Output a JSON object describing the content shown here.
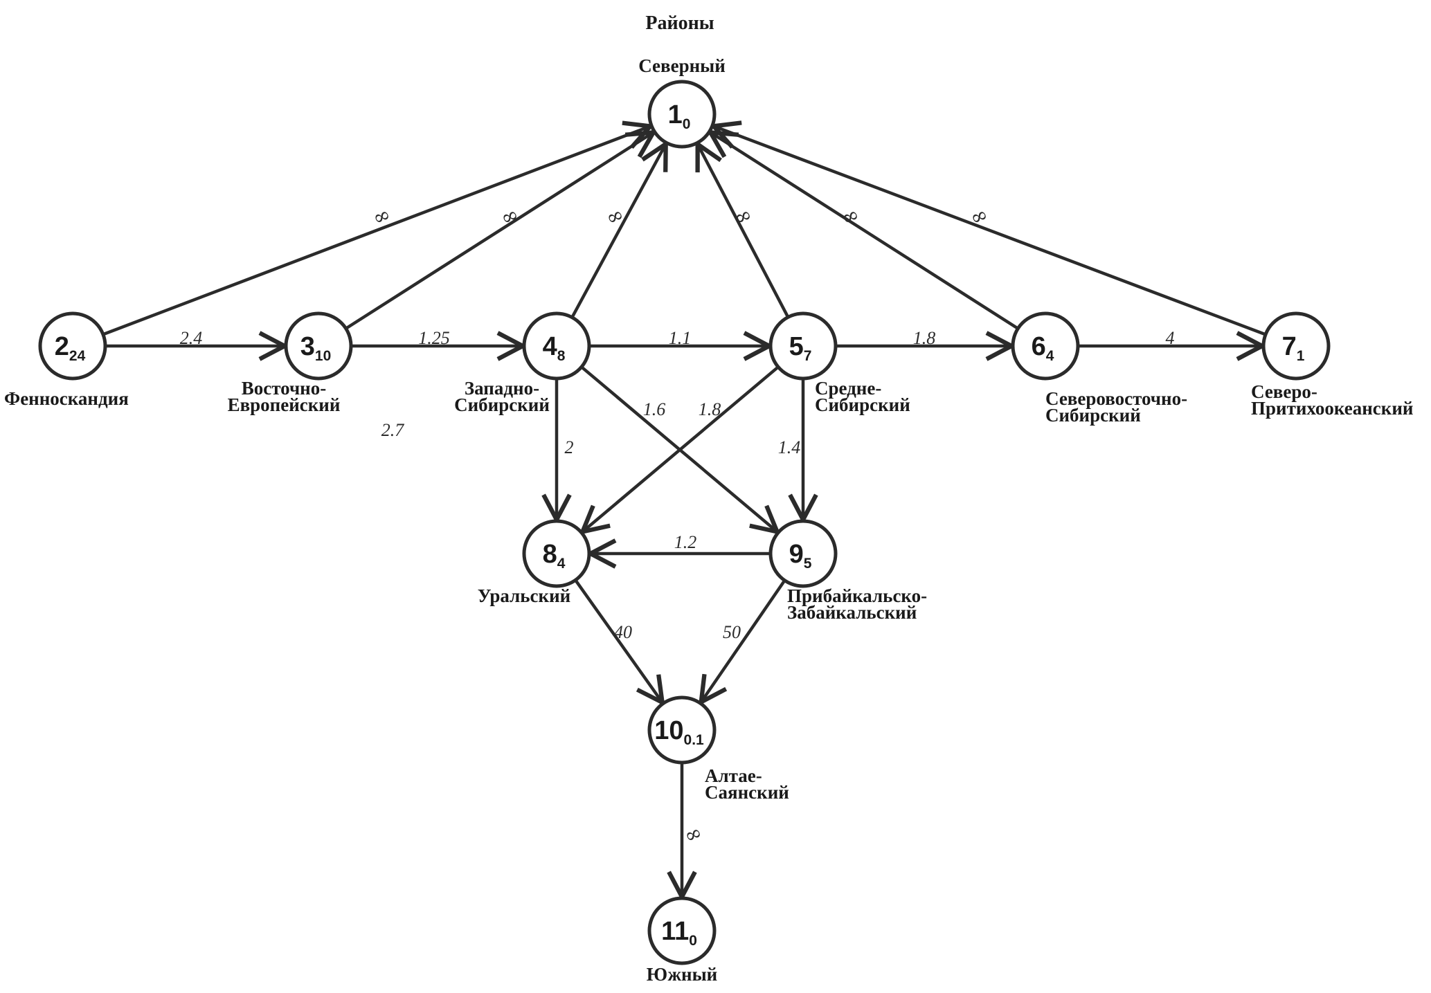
{
  "title": "Районы",
  "nodes": [
    {
      "id": "1",
      "label": "1",
      "sub": "0",
      "name": [
        "Северный"
      ]
    },
    {
      "id": "2",
      "label": "2",
      "sub": "24",
      "name": [
        "Фенноскандия"
      ]
    },
    {
      "id": "3",
      "label": "3",
      "sub": "10",
      "name": [
        "Восточно-",
        "Европейский"
      ]
    },
    {
      "id": "4",
      "label": "4",
      "sub": "8",
      "name": [
        "Западно-",
        "Сибирский"
      ]
    },
    {
      "id": "5",
      "label": "5",
      "sub": "7",
      "name": [
        "Средне-",
        "Сибирский"
      ]
    },
    {
      "id": "6",
      "label": "6",
      "sub": "4",
      "name": [
        "Северовосточно-",
        "Сибирский"
      ]
    },
    {
      "id": "7",
      "label": "7",
      "sub": "1",
      "name": [
        "Северо-",
        "Притихоокеанский"
      ]
    },
    {
      "id": "8",
      "label": "8",
      "sub": "4",
      "name": [
        "Уральский"
      ]
    },
    {
      "id": "9",
      "label": "9",
      "sub": "5",
      "name": [
        "Прибайкальско-",
        "Забайкальский"
      ]
    },
    {
      "id": "10",
      "label": "10",
      "sub": "0.1",
      "name": [
        "Алтае-",
        "Саянский"
      ]
    },
    {
      "id": "11",
      "label": "11",
      "sub": "0",
      "name": [
        "Южный"
      ]
    }
  ],
  "edges": [
    {
      "from": "2",
      "to": "1",
      "weight": "∞"
    },
    {
      "from": "3",
      "to": "1",
      "weight": "∞"
    },
    {
      "from": "4",
      "to": "1",
      "weight": "∞"
    },
    {
      "from": "5",
      "to": "1",
      "weight": "∞"
    },
    {
      "from": "6",
      "to": "1",
      "weight": "∞"
    },
    {
      "from": "7",
      "to": "1",
      "weight": "∞"
    },
    {
      "from": "2",
      "to": "3",
      "weight": "2.4"
    },
    {
      "from": "3",
      "to": "4",
      "weight": "1.25"
    },
    {
      "from": "4",
      "to": "5",
      "weight": "1.1"
    },
    {
      "from": "5",
      "to": "6",
      "weight": "1.8"
    },
    {
      "from": "6",
      "to": "7",
      "weight": "4"
    },
    {
      "from": "4",
      "to": "8",
      "weight": "2"
    },
    {
      "from": "4",
      "to": "9",
      "weight": "1.6"
    },
    {
      "from": "5",
      "to": "8",
      "weight": "1.8"
    },
    {
      "from": "5",
      "to": "9",
      "weight": "1.4"
    },
    {
      "from": "9",
      "to": "8",
      "weight": "1.2"
    },
    {
      "from": "8",
      "to": "10",
      "weight": "40"
    },
    {
      "from": "9",
      "to": "10",
      "weight": "50"
    },
    {
      "from": "10",
      "to": "11",
      "weight": "∞"
    }
  ],
  "extra_labels": [
    {
      "id": "stray-2-7",
      "text": "2.7"
    }
  ]
}
